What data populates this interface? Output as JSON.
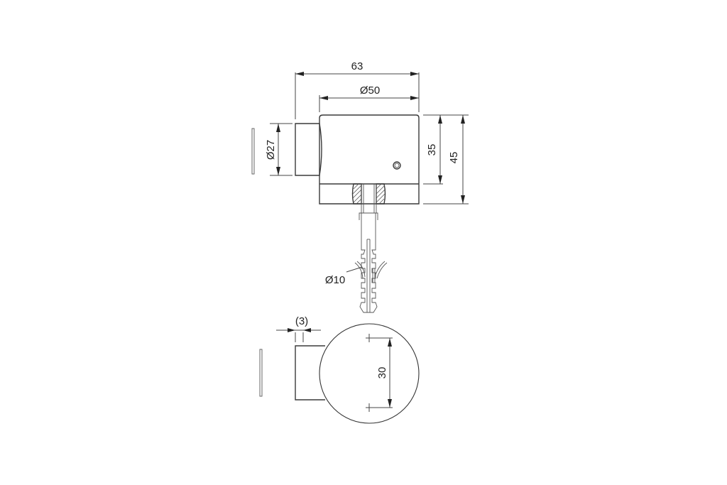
{
  "drawing": {
    "type": "technical-drawing",
    "subject": "cylindrical door stop with wall plug",
    "line_color": "#3a3a3a",
    "background": "#ffffff"
  },
  "dimensions": {
    "overall_length": "63",
    "body_diameter": "Ø50",
    "buffer_diameter": "Ø27",
    "body_height": "35",
    "overall_height": "45",
    "plug_diameter": "Ø10",
    "buffer_offset": "(3)",
    "hole_spacing": "30"
  },
  "views": [
    {
      "name": "side-view",
      "labels": [
        "63",
        "Ø50",
        "Ø27",
        "35",
        "45"
      ]
    },
    {
      "name": "wall-plug",
      "labels": [
        "Ø10"
      ]
    },
    {
      "name": "top-view",
      "labels": [
        "(3)",
        "30"
      ]
    }
  ]
}
